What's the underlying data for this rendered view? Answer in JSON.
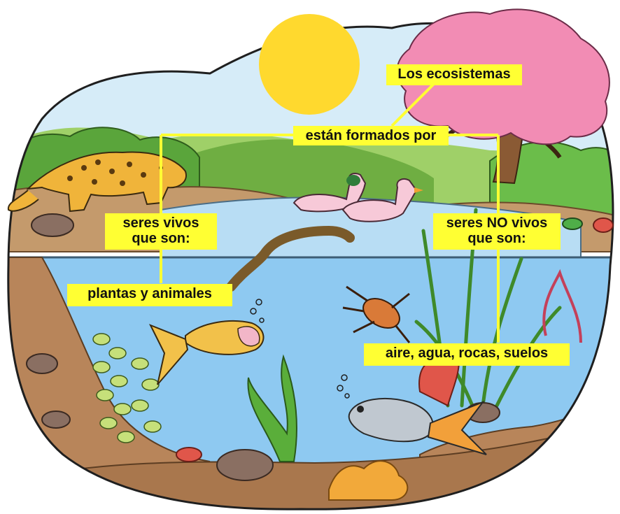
{
  "diagram": {
    "title": "Los ecosistemas",
    "connector": "están formados por",
    "living": {
      "line1": "seres vivos",
      "line2": "que son:",
      "examples": "plantas y animales"
    },
    "non_living": {
      "line1": "seres NO vivos",
      "line2": "que son:",
      "examples": "aire, agua, rocas, suelos"
    }
  },
  "colors": {
    "label_bg": "#ffff33",
    "connector_line": "#ffff33",
    "sky": "#cfe8f7",
    "water": "#8cc8f0",
    "soil": "#b8855a",
    "sun": "#ffd92e",
    "tree_foliage": "#f28cb4",
    "hills": "#7fbf4a"
  },
  "illustration": {
    "elements": [
      "sun-icon",
      "tree-icon",
      "jaguar-icon",
      "duck-icon",
      "eel-icon",
      "fish-icon",
      "beetle-icon",
      "aquatic-plant-icon",
      "coral-icon",
      "rock-icon",
      "frog-icon"
    ]
  }
}
